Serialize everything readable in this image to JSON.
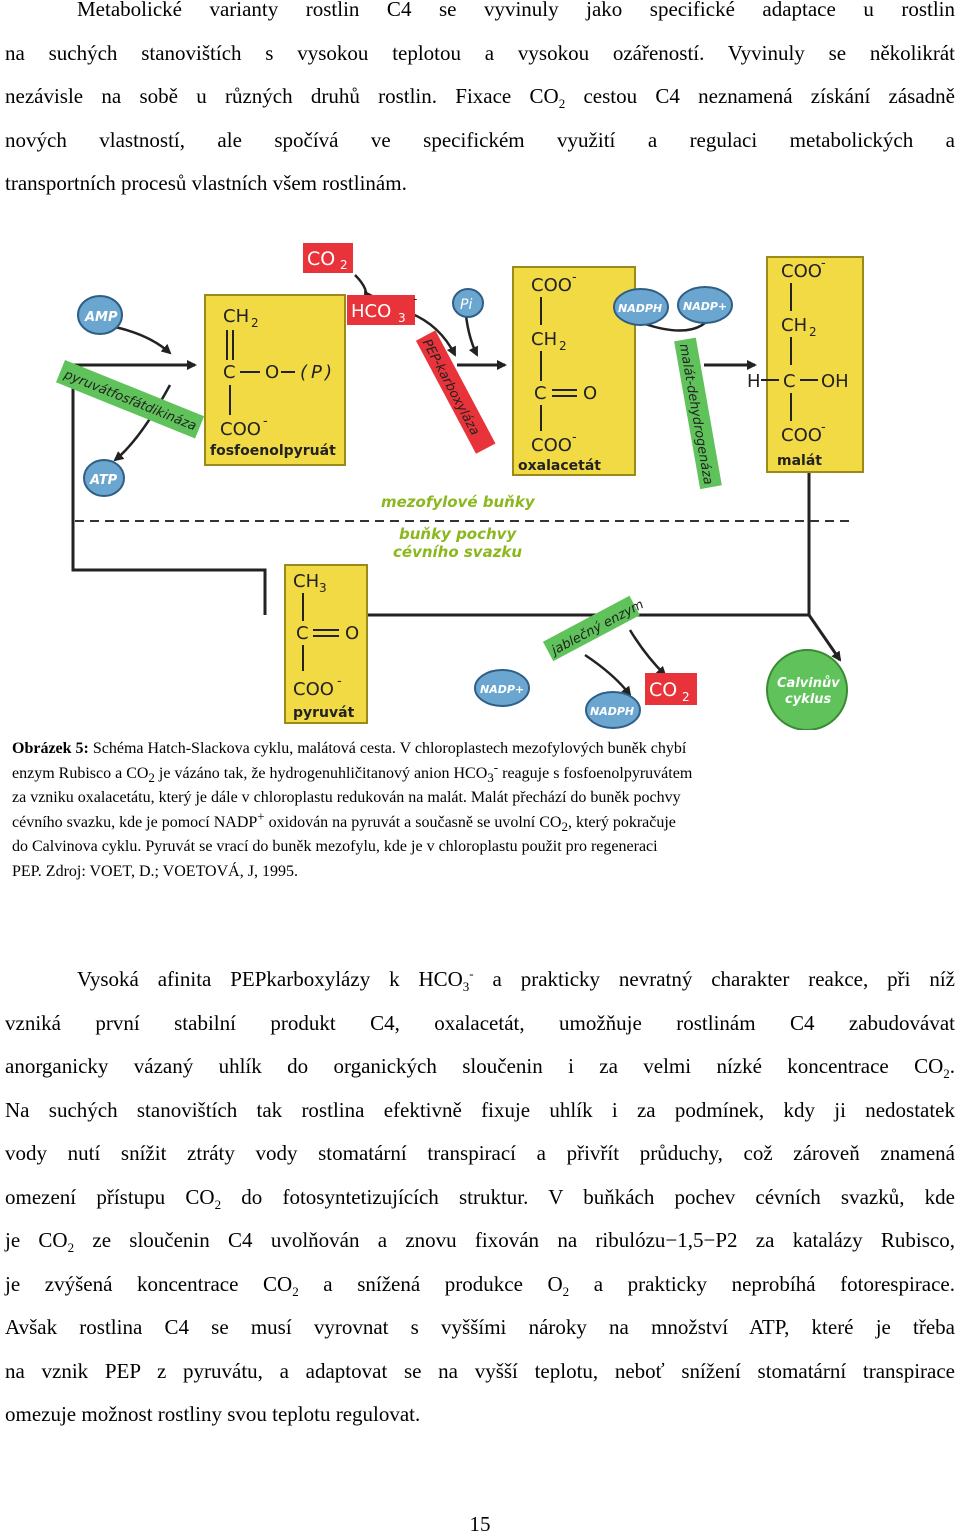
{
  "intro": {
    "line1": "Metabolické varianty rostlin C4 se vyvinuly jako specifické adaptace u rostlin",
    "line2": "na suchých stanovištích s vysokou teplotou a vysokou ozářeností. Vyvinuly se několikrát",
    "line3a": "nezávisle na sobě u různých druhů rostlin. Fixace CO",
    "line3sub": "2",
    "line3b": " cestou C4 neznamená získání zásadně",
    "line4": "nových vlastností, ale spočívá ve specifickém využití a regulaci metabolických a",
    "line5": "transportních procesů vlastních všem rostlinám."
  },
  "figure": {
    "labels": {
      "co2_top": "CO",
      "co2_top_sub": "2",
      "hco3": "HCO",
      "hco3_sub": "3",
      "hco3_sup": "-",
      "pi": "Pi",
      "amp": "AMP",
      "atp": "ATP",
      "nadph_top": "NADPH",
      "nadp_top": "NADP+",
      "nadp_bottom": "NADP+",
      "nadph_bottom": "NADPH",
      "co2_bottom": "CO",
      "co2_bottom_sub": "2",
      "calvin_line1": "Calvinův",
      "calvin_line2": "cyklus"
    },
    "enzymes": {
      "pyruvate_kinase": "pyruvátfosfátdikináza",
      "pep_carboxylase": "PEP-karboxyláza",
      "malate_dh": "malát-dehydrogenáza",
      "malic_enzyme": "jablečný enzym"
    },
    "compartments": {
      "mesophyll": "mezofylové buňky",
      "bundle_line1": "buňky pochvy",
      "bundle_line2": "cévního svazku"
    },
    "molecules": {
      "pep": {
        "name": "fosfoenolpyruát",
        "ch2": "CH",
        "ch2_sub": "2",
        "c": "C",
        "o": "O",
        "p": "P",
        "coo": "COO",
        "charge": "-"
      },
      "oxaloacetate": {
        "name": "oxalacetát",
        "coo_top": "COO",
        "ch2": "CH",
        "ch2_sub": "2",
        "c": "C",
        "o": "O",
        "coo_bottom": "COO",
        "charge": "-"
      },
      "malate": {
        "name": "malát",
        "coo_top": "COO",
        "ch2": "CH",
        "ch2_sub": "2",
        "h": "H",
        "c": "C",
        "oh": "OH",
        "coo_bottom": "COO",
        "charge": "-"
      },
      "pyruvate": {
        "name": "pyruvát",
        "ch3": "CH",
        "ch3_sub": "3",
        "c": "C",
        "o": "O",
        "coo": "COO",
        "charge": "-"
      }
    },
    "colors": {
      "molecule_fill": "#f2da45",
      "molecule_stroke": "#9a8a1a",
      "cofactor_fill": "#6aa6cf",
      "cofactor_stroke": "#2f5f86",
      "co2_fill": "#e8333a",
      "enzyme_fill": "#5fc25a",
      "compartment_text": "#8ab81e"
    }
  },
  "caption": {
    "lead": "Obrázek 5:",
    "l1": " Schéma Hatch-Slackova cyklu, malátová cesta. V chloroplastech mezofylových buněk chybí",
    "l2a": "enzym Rubisco a CO",
    "l2sub": "2",
    "l2b": " je vázáno tak, že hydrogenuhličitanový anion HCO",
    "l2sub2": "3",
    "l2sup": "-",
    "l2c": " reaguje s fosfoenolpyruvátem",
    "l3": "za vzniku oxalacetátu, který je dále v chloroplastu redukován na malát. Malát přechází do buněk pochvy",
    "l4a": "cévního svazku, kde je pomocí NADP",
    "l4sup": "+",
    "l4b": " oxidován na pyruvát a současně se uvolní CO",
    "l4sub": "2",
    "l4c": ", který pokračuje",
    "l5": "do Calvinova cyklu. Pyruvát se vrací do buněk mezofylu, kde je v chloroplastu použit pro regeneraci",
    "l6": "PEP. Zdroj: VOET, D.; VOETOVÁ, J, 1995."
  },
  "body": {
    "l1a": "Vysoká afinita PEPkarboxylázy k HCO",
    "l1sub": "3",
    "l1sup": "-",
    "l1b": " a prakticky nevratný charakter reakce, při níž",
    "l2": "vzniká první stabilní produkt C4, oxalacetát, umožňuje rostlinám C4 zabudovávat",
    "l3a": "anorganicky vázaný uhlík do organických sloučenin i za velmi nízké koncentrace CO",
    "l3sub": "2",
    "l3b": ".",
    "l4": "Na suchých stanovištích tak rostlina efektivně fixuje uhlík i za podmínek, kdy ji nedostatek",
    "l5": "vody nutí snížit ztráty vody stomatární transpirací a přivřít průduchy, což zároveň znamená",
    "l6a": "omezení přístupu CO",
    "l6sub": "2",
    "l6b": " do fotosyntetizujících struktur. V buňkách pochev cévních svazků, kde",
    "l7a": "je CO",
    "l7sub": "2",
    "l7b": " ze sloučenin C4 uvolňován a znovu fixován na ribulózu−1,5−P2 za katalázy Rubisco,",
    "l8a": "je zvýšená koncentrace CO",
    "l8sub": "2",
    "l8b": " a snížená produkce O",
    "l8sub2": "2",
    "l8c": " a prakticky neprobíhá fotorespirace.",
    "l9": "Avšak rostlina C4 se musí vyrovnat s vyššími nároky na množství ATP, které je třeba",
    "l10": "na vznik PEP z pyruvátu, a adaptovat se na vyšší teplotu, neboť snížení stomatární transpirace",
    "l11": "omezuje možnost rostliny svou teplotu regulovat."
  },
  "page_number": "15"
}
